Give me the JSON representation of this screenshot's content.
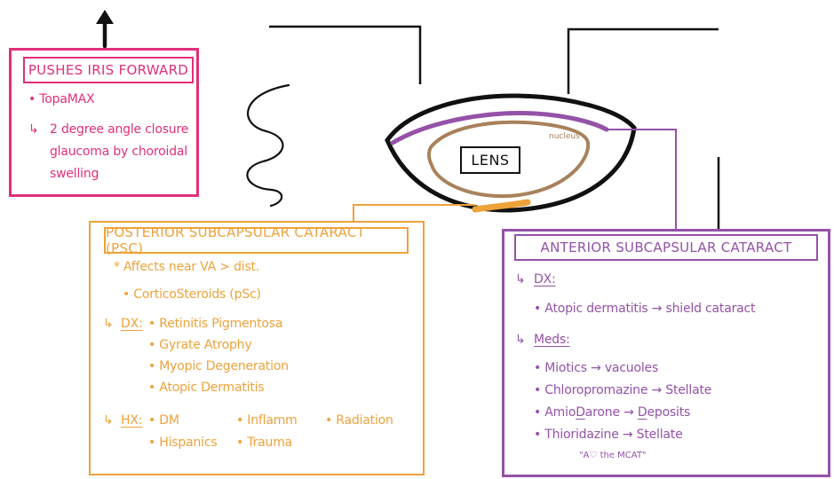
{
  "colors": {
    "pink": "#e0307a",
    "orange": "#eea23a",
    "purple": "#9452a8",
    "lens_outline": "#111111",
    "nucleus": "#a8825c"
  },
  "lens": {
    "label": "LENS",
    "nucleus_label": "nucleus"
  },
  "iris_box": {
    "title": "PUSHES IRIS FORWARD",
    "item1": "• TopaMAX",
    "arrow": "↳",
    "sub_line1": "2 degree angle closure",
    "sub_line2": "glaucoma by choroidal",
    "sub_line3": "swelling"
  },
  "psc_box": {
    "title": "POSTERIOR SUBCAPSULAR CATARACT (PSC)",
    "note": "* Affects near VA > dist.",
    "steroids": "• CorticoSteroids (pSc)",
    "arrow": "↳",
    "dx_label": "DX:",
    "dx_items": [
      "• Retinitis Pigmentosa",
      "• Gyrate Atrophy",
      "• Myopic Degeneration",
      "• Atopic Dermatitis"
    ],
    "hx_label": "HX:",
    "hx_col1": [
      "• DM",
      "• Hispanics"
    ],
    "hx_col2": [
      "• Inflamm",
      "• Trauma"
    ],
    "hx_col3": [
      "• Radiation"
    ]
  },
  "asc_box": {
    "title": "ANTERIOR SUBCAPSULAR CATARACT",
    "arrow": "↳",
    "dx_label": "DX:",
    "dx_item": "• Atopic dermatitis → shield cataract",
    "meds_label": "Meds:",
    "med1": "• Miotics → vacuoles",
    "med2": "• Chloropromazine → Stellate",
    "med3a": "• Amio",
    "med3b": "D",
    "med3c": "arone → ",
    "med3d": "D",
    "med3e": "eposits",
    "med4": "• Thioridazine → Stellate",
    "mnemonic": "\"A♡ the MCAT\""
  }
}
